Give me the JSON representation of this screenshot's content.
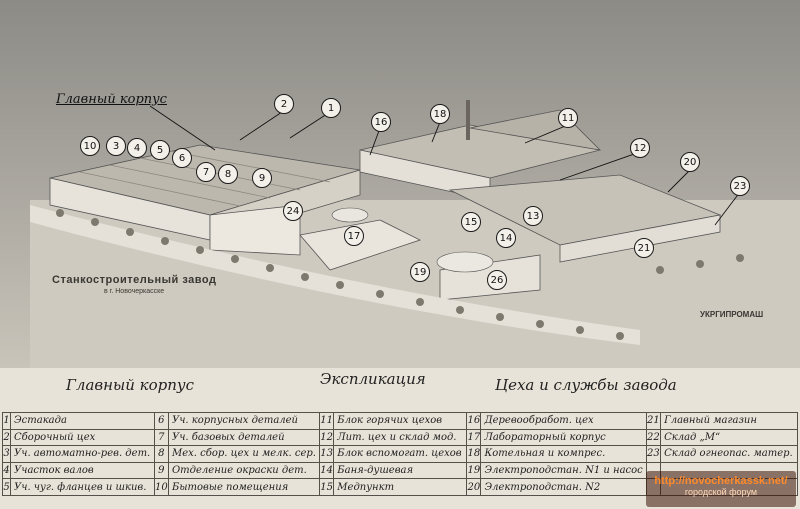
{
  "photo": {
    "hand_label": "Главный корпус",
    "plant_title": "Станкостроительный завод",
    "plant_city": "в г. Новочеркасске",
    "org": "УКРГИПРОМАШ",
    "markers": [
      "1",
      "2",
      "3",
      "4",
      "5",
      "6",
      "7",
      "8",
      "9",
      "10",
      "11",
      "12",
      "13",
      "14",
      "15",
      "16",
      "17",
      "18",
      "19",
      "20",
      "21",
      "23",
      "24",
      "26"
    ]
  },
  "sheet": {
    "heading_main": "Главный корпус",
    "heading_center": "Экспликация",
    "heading_right": "Цеха и службы завода",
    "rows": [
      [
        [
          "1",
          "Эстакада"
        ],
        [
          "6",
          "Уч. корпусных деталей"
        ],
        [
          "11",
          "Блок горячих цехов"
        ],
        [
          "16",
          "Деревообработ. цех"
        ],
        [
          "21",
          "Главный магазин"
        ]
      ],
      [
        [
          "2",
          "Сборочный цех"
        ],
        [
          "7",
          "Уч. базовых деталей"
        ],
        [
          "12",
          "Лит. цех и склад мод."
        ],
        [
          "17",
          "Лабораторный корпус"
        ],
        [
          "22",
          "Склад „М“"
        ]
      ],
      [
        [
          "3",
          "Уч. автоматно-рев. дет."
        ],
        [
          "8",
          "Мех. сбор. цех и мелк. сер."
        ],
        [
          "13",
          "Блок вспомогат. цехов"
        ],
        [
          "18",
          "Котельная и компрес."
        ],
        [
          "23",
          "Склад огнеопас. матер."
        ]
      ],
      [
        [
          "4",
          "Участок валов"
        ],
        [
          "9",
          "Отделение окраски дет."
        ],
        [
          "14",
          "Баня-душевая"
        ],
        [
          "19",
          "Электроподстан. N1 и насос"
        ],
        [
          "",
          ""
        ]
      ],
      [
        [
          "5",
          "Уч. чуг. фланцев и шкив."
        ],
        [
          "10",
          "Бытовые помещения"
        ],
        [
          "15",
          "Медпункт"
        ],
        [
          "20",
          "Электроподстан. N2"
        ],
        [
          "",
          ""
        ]
      ]
    ]
  },
  "watermark": {
    "url": "http://novocherkassk.net/",
    "sub": "городской форум"
  }
}
